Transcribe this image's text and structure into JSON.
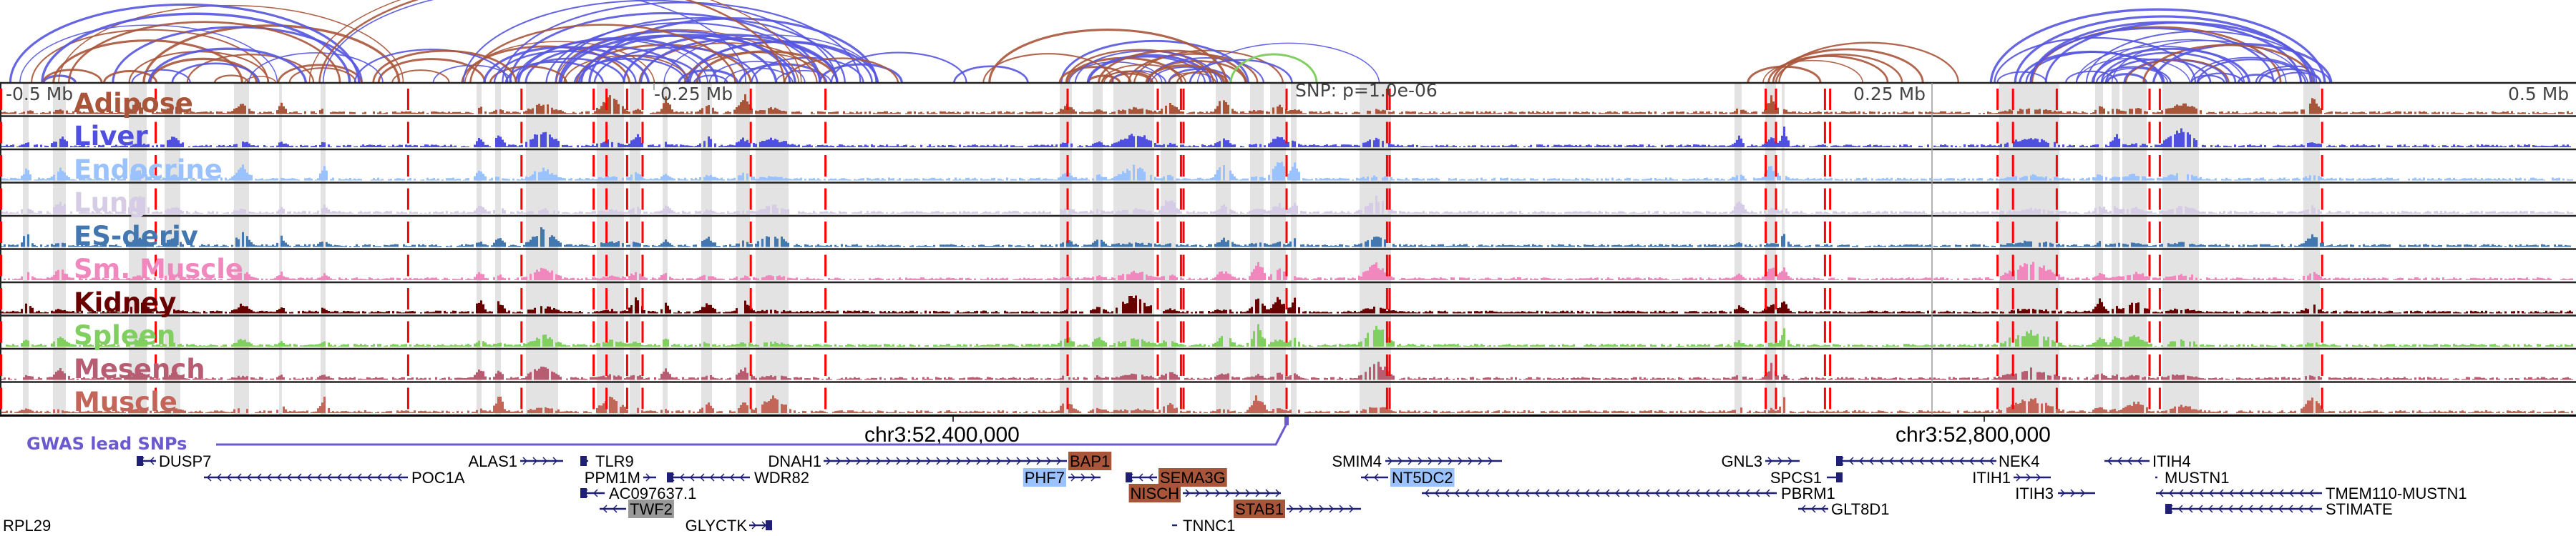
{
  "axis": {
    "ticks": [
      {
        "label": "-0.5 Mb"
      },
      {
        "label": "-0.25 Mb"
      },
      {
        "label": "0.25 Mb"
      },
      {
        "label": "0.5 Mb"
      }
    ],
    "snp_label": "SNP: p=1.0e-06",
    "chrom_ticks": [
      {
        "label": "chr3:52,400,000"
      },
      {
        "label": "chr3:52,800,000"
      }
    ]
  },
  "tracks": [
    {
      "name": "Adipose",
      "color": "#a9553a"
    },
    {
      "name": "Liver",
      "color": "#5050e0"
    },
    {
      "name": "Endocrine",
      "color": "#99c2ff"
    },
    {
      "name": "Lung",
      "color": "#d6cce6"
    },
    {
      "name": "ES-deriv",
      "color": "#4377b0"
    },
    {
      "name": "Sm. Muscle",
      "color": "#f088be"
    },
    {
      "name": "Kidney",
      "color": "#680000"
    },
    {
      "name": "Spleen",
      "color": "#80cf60"
    },
    {
      "name": "Mesench",
      "color": "#b85c72"
    },
    {
      "name": "Muscle",
      "color": "#c4655a"
    }
  ],
  "gwas": {
    "label": "GWAS lead SNPs",
    "color": "#6a5acd",
    "snp_offsets_mb": [
      -0.499,
      -0.439,
      -0.341,
      -0.297,
      -0.269,
      -0.264,
      -0.256,
      -0.25,
      -0.208,
      -0.179,
      -0.085,
      -0.05,
      -0.041,
      -0.04,
      0.0,
      0.039,
      0.04,
      0.186,
      0.19,
      0.209,
      0.211,
      0.276,
      0.282,
      0.299,
      0.335,
      0.339,
      0.402
    ]
  },
  "colors": {
    "snp_line": "#ff0000",
    "element_band": "#e3e3e3",
    "gene_glyph": "#1f1f75",
    "arc_a": "#a9553a",
    "arc_b": "#5555e0",
    "highlight_brown": "#a9553a",
    "highlight_lightblue": "#99c2ff",
    "highlight_gray": "#999999"
  },
  "genes": [
    {
      "name": "DUSP7",
      "highlight": null
    },
    {
      "name": "ALAS1",
      "highlight": null
    },
    {
      "name": "TLR9",
      "highlight": null
    },
    {
      "name": "DNAH1",
      "highlight": null
    },
    {
      "name": "BAP1",
      "highlight": "brown"
    },
    {
      "name": "SMIM4",
      "highlight": null
    },
    {
      "name": "GNL3",
      "highlight": null
    },
    {
      "name": "NEK4",
      "highlight": null
    },
    {
      "name": "ITIH4",
      "highlight": null
    },
    {
      "name": "POC1A",
      "highlight": null
    },
    {
      "name": "PPM1M",
      "highlight": null
    },
    {
      "name": "WDR82",
      "highlight": null
    },
    {
      "name": "PHF7",
      "highlight": "lightblue"
    },
    {
      "name": "SEMA3G",
      "highlight": "brown"
    },
    {
      "name": "NT5DC2",
      "highlight": "lightblue"
    },
    {
      "name": "SPCS1",
      "highlight": null
    },
    {
      "name": "ITIH1",
      "highlight": null
    },
    {
      "name": "MUSTN1",
      "highlight": null
    },
    {
      "name": "AC097637.1",
      "highlight": null
    },
    {
      "name": "NISCH",
      "highlight": "brown"
    },
    {
      "name": "PBRM1",
      "highlight": null
    },
    {
      "name": "ITIH3",
      "highlight": null
    },
    {
      "name": "TMEM110-MUSTN1",
      "highlight": null
    },
    {
      "name": "TWF2",
      "highlight": "gray"
    },
    {
      "name": "STAB1",
      "highlight": "brown"
    },
    {
      "name": "GLT8D1",
      "highlight": null
    },
    {
      "name": "STIMATE",
      "highlight": null
    },
    {
      "name": "RPL29",
      "highlight": null
    },
    {
      "name": "GLYCTK",
      "highlight": null
    },
    {
      "name": "TNNC1",
      "highlight": null
    }
  ]
}
